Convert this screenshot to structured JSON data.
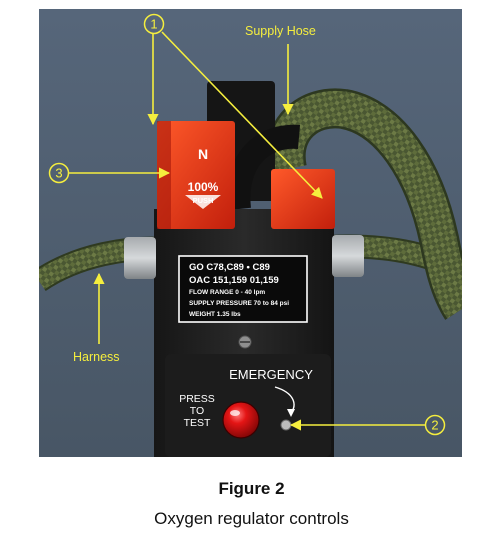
{
  "labels": {
    "supply_hose": "Supply Hose",
    "harness": "Harness"
  },
  "callouts": {
    "one": "1",
    "two": "2",
    "three": "3"
  },
  "lever": {
    "letter": "N",
    "percent": "100%",
    "push": "PUSH"
  },
  "plate": {
    "line1": "GO C78,C89 • C89",
    "line2": "OAC 151,159 01,159",
    "line3": "FLOW RANGE 0 - 40 lpm",
    "line4": "SUPPLY PRESSURE 70 to 84 psi",
    "line5": "WEIGHT 1.35 lbs"
  },
  "panel": {
    "emergency": "EMERGENCY",
    "press": "PRESS",
    "to": "TO",
    "test": "TEST"
  },
  "caption": {
    "number": "Figure 2",
    "title": "Oxygen regulator controls"
  },
  "colors": {
    "background": "#4c5b6a",
    "label": "#f5ee3e",
    "lever_red": "#e8361a",
    "hose_green": "#55633a",
    "button_red": "#e01414"
  }
}
